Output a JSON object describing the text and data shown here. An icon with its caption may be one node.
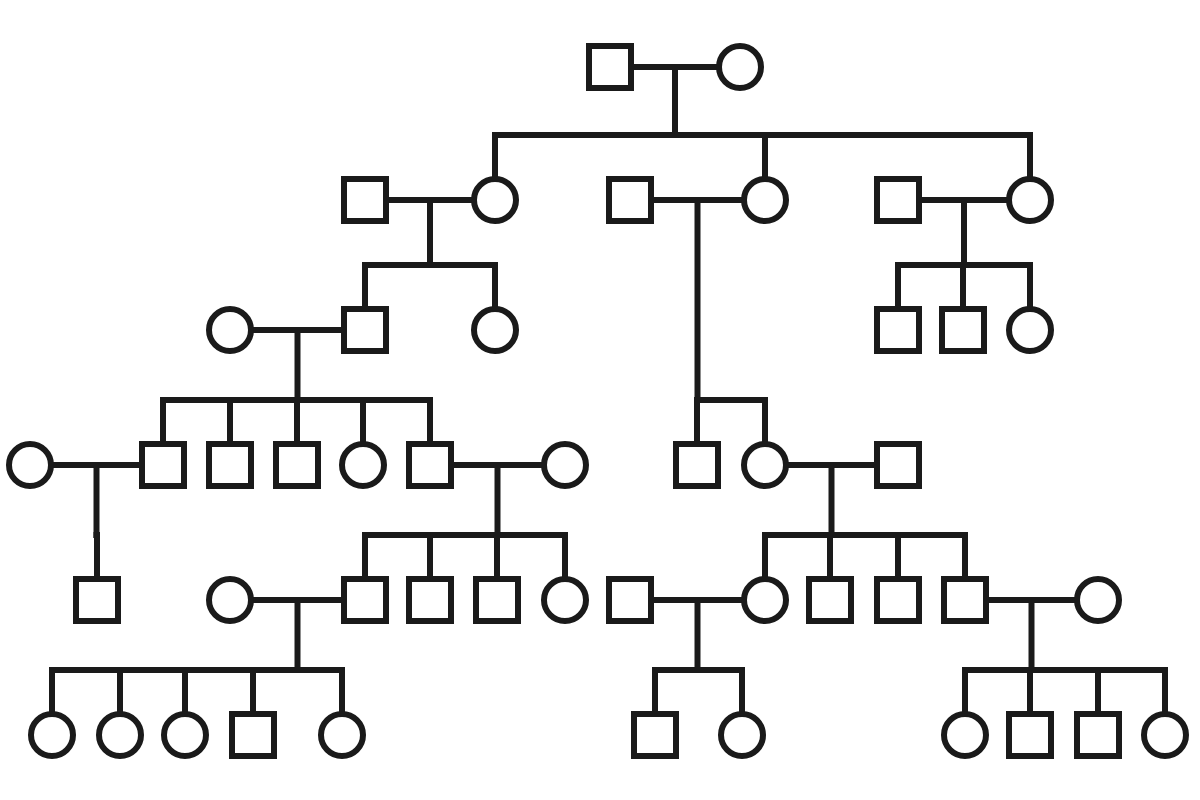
{
  "diagram": {
    "nodes": [
      {
        "text": [],
        "shape": "box"
      },
      {
        "text": [],
        "shape": "circle"
      },
      {
        "text": [],
        "shape": "box"
      },
      {
        "text": [],
        "shape": "circle"
      },
      {
        "text": [],
        "shape": "box"
      },
      {
        "text": [],
        "shape": "circle"
      },
      {
        "text": [],
        "shape": "box"
      },
      {
        "text": [],
        "shape": "circle"
      },
      {
        "text": [],
        "shape": "circle"
      },
      {
        "text": [],
        "shape": "box"
      },
      {
        "text": [],
        "shape": "circle"
      },
      {
        "text": [],
        "shape": "box"
      },
      {
        "text": [],
        "shape": "box"
      },
      {
        "text": [],
        "shape": "circle"
      },
      {
        "text": [],
        "shape": "circle"
      },
      {
        "text": [],
        "shape": "box"
      },
      {
        "text": [],
        "shape": "box"
      },
      {
        "text": [],
        "shape": "box"
      },
      {
        "text": [],
        "shape": "circle"
      },
      {
        "text": [],
        "shape": "box"
      },
      {
        "text": [],
        "shape": "circle"
      },
      {
        "text": [],
        "shape": "box"
      },
      {
        "text": [],
        "shape": "circle"
      },
      {
        "text": [],
        "shape": "box"
      },
      {
        "text": [],
        "shape": "box"
      },
      {
        "text": [],
        "shape": "circle"
      },
      {
        "text": [],
        "shape": "box"
      },
      {
        "text": [],
        "shape": "box"
      },
      {
        "text": [],
        "shape": "box"
      },
      {
        "text": [],
        "shape": "circle"
      },
      {
        "text": [],
        "shape": "box"
      },
      {
        "text": [],
        "shape": "circle"
      },
      {
        "text": [],
        "shape": "box"
      },
      {
        "text": [],
        "shape": "box"
      },
      {
        "text": [],
        "shape": "box"
      },
      {
        "text": [],
        "shape": "circle"
      },
      {
        "text": [],
        "shape": "circle"
      },
      {
        "text": [],
        "shape": "circle"
      },
      {
        "text": [],
        "shape": "circle"
      },
      {
        "text": [],
        "shape": "box"
      },
      {
        "text": [],
        "shape": "circle"
      },
      {
        "text": [],
        "shape": "box"
      },
      {
        "text": [],
        "shape": "circle"
      },
      {
        "text": [],
        "shape": "circle"
      },
      {
        "text": [],
        "shape": "box"
      },
      {
        "text": [],
        "shape": "box"
      },
      {
        "text": [],
        "shape": "circle"
      }
    ],
    "edges": [
      {
        "from": 0,
        "to": 1,
        "arrow": "none"
      },
      {
        "from": 0,
        "to": 3,
        "arrow": "none"
      },
      {
        "from": 1,
        "to": 3,
        "arrow": "none"
      },
      {
        "from": 0,
        "to": 5,
        "arrow": "none"
      },
      {
        "from": 1,
        "to": 5,
        "arrow": "none"
      },
      {
        "from": 0,
        "to": 7,
        "arrow": "none"
      },
      {
        "from": 1,
        "to": 7,
        "arrow": "none"
      },
      {
        "from": 2,
        "to": 3,
        "arrow": "none"
      },
      {
        "from": 2,
        "to": 9,
        "arrow": "none"
      },
      {
        "from": 3,
        "to": 9,
        "arrow": "none"
      },
      {
        "from": 2,
        "to": 10,
        "arrow": "none"
      },
      {
        "from": 3,
        "to": 10,
        "arrow": "none"
      },
      {
        "from": 4,
        "to": 5,
        "arrow": "none"
      },
      {
        "from": 4,
        "to": 21,
        "arrow": "none"
      },
      {
        "from": 5,
        "to": 21,
        "arrow": "none"
      },
      {
        "from": 4,
        "to": 22,
        "arrow": "none"
      },
      {
        "from": 5,
        "to": 22,
        "arrow": "none"
      },
      {
        "from": 6,
        "to": 7,
        "arrow": "none"
      },
      {
        "from": 6,
        "to": 11,
        "arrow": "none"
      },
      {
        "from": 7,
        "to": 11,
        "arrow": "none"
      },
      {
        "from": 6,
        "to": 12,
        "arrow": "none"
      },
      {
        "from": 7,
        "to": 12,
        "arrow": "none"
      },
      {
        "from": 6,
        "to": 13,
        "arrow": "none"
      },
      {
        "from": 7,
        "to": 13,
        "arrow": "none"
      },
      {
        "from": 8,
        "to": 9,
        "arrow": "none"
      },
      {
        "from": 8,
        "to": 15,
        "arrow": "none"
      },
      {
        "from": 9,
        "to": 15,
        "arrow": "none"
      },
      {
        "from": 8,
        "to": 16,
        "arrow": "none"
      },
      {
        "from": 9,
        "to": 16,
        "arrow": "none"
      },
      {
        "from": 8,
        "to": 17,
        "arrow": "none"
      },
      {
        "from": 9,
        "to": 17,
        "arrow": "none"
      },
      {
        "from": 8,
        "to": 18,
        "arrow": "none"
      },
      {
        "from": 9,
        "to": 18,
        "arrow": "none"
      },
      {
        "from": 8,
        "to": 19,
        "arrow": "none"
      },
      {
        "from": 9,
        "to": 19,
        "arrow": "none"
      },
      {
        "from": 14,
        "to": 15,
        "arrow": "none"
      },
      {
        "from": 14,
        "to": 24,
        "arrow": "none"
      },
      {
        "from": 15,
        "to": 24,
        "arrow": "none"
      },
      {
        "from": 19,
        "to": 20,
        "arrow": "none"
      },
      {
        "from": 19,
        "to": 26,
        "arrow": "none"
      },
      {
        "from": 20,
        "to": 26,
        "arrow": "none"
      },
      {
        "from": 19,
        "to": 27,
        "arrow": "none"
      },
      {
        "from": 20,
        "to": 27,
        "arrow": "none"
      },
      {
        "from": 19,
        "to": 28,
        "arrow": "none"
      },
      {
        "from": 20,
        "to": 28,
        "arrow": "none"
      },
      {
        "from": 19,
        "to": 29,
        "arrow": "none"
      },
      {
        "from": 20,
        "to": 29,
        "arrow": "none"
      },
      {
        "from": 22,
        "to": 23,
        "arrow": "none"
      },
      {
        "from": 22,
        "to": 31,
        "arrow": "none"
      },
      {
        "from": 23,
        "to": 31,
        "arrow": "none"
      },
      {
        "from": 22,
        "to": 32,
        "arrow": "none"
      },
      {
        "from": 23,
        "to": 32,
        "arrow": "none"
      },
      {
        "from": 22,
        "to": 33,
        "arrow": "none"
      },
      {
        "from": 23,
        "to": 33,
        "arrow": "none"
      },
      {
        "from": 22,
        "to": 34,
        "arrow": "none"
      },
      {
        "from": 23,
        "to": 34,
        "arrow": "none"
      },
      {
        "from": 25,
        "to": 26,
        "arrow": "none"
      },
      {
        "from": 25,
        "to": 36,
        "arrow": "none"
      },
      {
        "from": 26,
        "to": 36,
        "arrow": "none"
      },
      {
        "from": 25,
        "to": 37,
        "arrow": "none"
      },
      {
        "from": 26,
        "to": 37,
        "arrow": "none"
      },
      {
        "from": 25,
        "to": 38,
        "arrow": "none"
      },
      {
        "from": 26,
        "to": 38,
        "arrow": "none"
      },
      {
        "from": 25,
        "to": 39,
        "arrow": "none"
      },
      {
        "from": 26,
        "to": 39,
        "arrow": "none"
      },
      {
        "from": 25,
        "to": 40,
        "arrow": "none"
      },
      {
        "from": 26,
        "to": 40,
        "arrow": "none"
      },
      {
        "from": 30,
        "to": 31,
        "arrow": "none"
      },
      {
        "from": 30,
        "to": 41,
        "arrow": "none"
      },
      {
        "from": 31,
        "to": 41,
        "arrow": "none"
      },
      {
        "from": 30,
        "to": 42,
        "arrow": "none"
      },
      {
        "from": 31,
        "to": 42,
        "arrow": "none"
      },
      {
        "from": 34,
        "to": 35,
        "arrow": "none"
      },
      {
        "from": 34,
        "to": 43,
        "arrow": "none"
      },
      {
        "from": 35,
        "to": 43,
        "arrow": "none"
      },
      {
        "from": 34,
        "to": 44,
        "arrow": "none"
      },
      {
        "from": 35,
        "to": 44,
        "arrow": "none"
      },
      {
        "from": 34,
        "to": 45,
        "arrow": "none"
      },
      {
        "from": 35,
        "to": 45,
        "arrow": "none"
      },
      {
        "from": 34,
        "to": 46,
        "arrow": "none"
      },
      {
        "from": 35,
        "to": 46,
        "arrow": "none"
      }
    ]
  }
}
